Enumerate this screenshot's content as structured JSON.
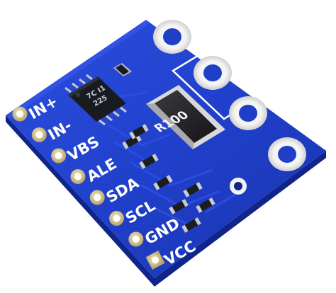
{
  "board": {
    "pin_labels": [
      "IN+",
      "IN-",
      "VBS",
      "ALE",
      "SDA",
      "SCL",
      "GND",
      "VCC"
    ],
    "chip_marking_line1": "7C I1",
    "chip_marking_line2": "225",
    "shunt_resistor_marking": "R100",
    "colors": {
      "pcb": "#1f3fc9",
      "pcb_edge": "#10258a",
      "pad_gold": "#d7c48c",
      "chip": "#1a1b20",
      "silk": "#ffffff"
    }
  }
}
